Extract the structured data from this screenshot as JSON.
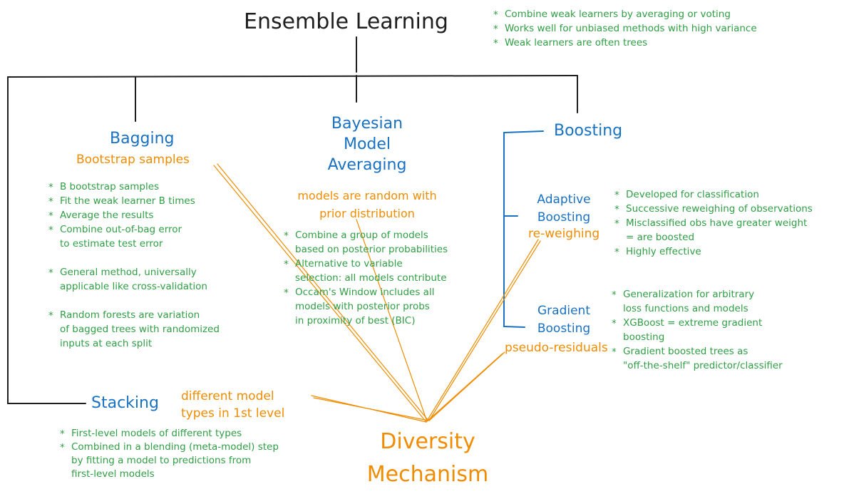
{
  "title": "Ensemble Learning",
  "intro_bullets": [
    "Combine weak learners by averaging or voting",
    "Works well for unbiased methods with high variance",
    "Weak learners are often trees"
  ],
  "bagging": {
    "title": "Bagging",
    "mechanism": "Bootstrap samples",
    "bullets": [
      [
        "B bootstrap samples"
      ],
      [
        "Fit the weak learner B times"
      ],
      [
        "Average the results"
      ],
      [
        "Combine out-of-bag error",
        "to estimate test error"
      ],
      [
        "General method, universally",
        "applicable like cross-validation"
      ],
      [
        "Random forests are variation",
        "of bagged trees with randomized",
        "inputs at each split"
      ]
    ]
  },
  "bma": {
    "title_lines": [
      "Bayesian",
      "Model",
      "Averaging"
    ],
    "mechanism_lines": [
      "models are random with",
      "prior distribution"
    ],
    "bullets": [
      [
        "Combine a group of models",
        "based on posterior probabilities"
      ],
      [
        "Alternative to variable",
        "selection: all models contribute"
      ],
      [
        "Occam's Window includes all",
        "models with posterior probs",
        "in proximity of best (BIC)"
      ]
    ]
  },
  "boosting": {
    "title": "Boosting",
    "adaptive": {
      "title_lines": [
        "Adaptive",
        "Boosting"
      ],
      "mechanism": "re-weighing",
      "bullets": [
        [
          "Developed for classification"
        ],
        [
          "Successive reweighing of observations"
        ],
        [
          "Misclassified obs have greater weight",
          "= are boosted"
        ],
        [
          "Highly effective"
        ]
      ]
    },
    "gradient": {
      "title_lines": [
        "Gradient",
        "Boosting"
      ],
      "mechanism": "pseudo-residuals",
      "bullets": [
        [
          "Generalization for arbitrary",
          "loss functions and models"
        ],
        [
          "XGBoost = extreme gradient",
          "boosting"
        ],
        [
          "Gradient boosted trees as",
          "\"off-the-shelf\" predictor/classifier"
        ]
      ]
    }
  },
  "stacking": {
    "title": "Stacking",
    "mechanism_lines": [
      "different model",
      "types in 1st level"
    ],
    "bullets": [
      [
        "First-level models of different types"
      ],
      [
        "Combined in a blending (meta-model) step",
        "by fitting a model to predictions from",
        "first-level models"
      ]
    ]
  },
  "diversity": {
    "lines": [
      "Diversity",
      "Mechanism"
    ]
  },
  "colors": {
    "ink": "#1e1e1e",
    "blue": "#1971c2",
    "orange": "#f08c00",
    "green": "#2f9e44"
  }
}
